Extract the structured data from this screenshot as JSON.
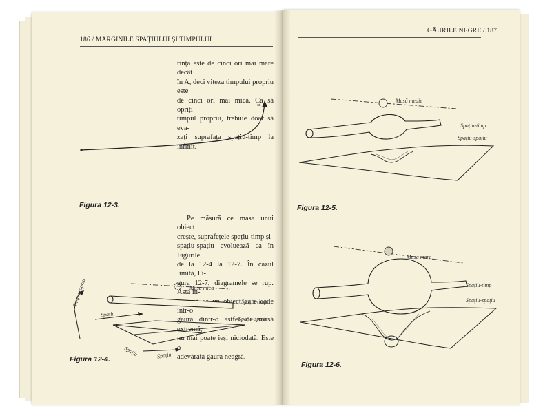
{
  "left_page": {
    "header": "186 / MARGINILE SPAȚIULUI ȘI TIMPULUI",
    "paragraph_1": [
      "rința este de cinci ori mai mare decât",
      "în A, deci viteza timpului propriu este",
      "de cinci ori mai mică. Ca să opriți",
      "timpul propriu, trebuie doar să eva-",
      "zați suprafața spațiu-timp la infinit."
    ],
    "figure_12_3": {
      "caption": "Figura 12-3.",
      "curve_label": "∞"
    },
    "paragraph_2": [
      "Pe măsură ce masa unui obiect",
      "crește, suprafețele spațiu-timp și",
      "spațiu-spațiu evoluează ca în Figurile",
      "de la 12-4 la 12-7. În cazul limită, Fi-",
      "gura 12-7, diagramele se rup. Asta în-",
      "seamnă că un obiect care cade într-o",
      "gaură dintr-o astfel de masă extremă,",
      "nu mai poate ieși niciodată. Este o",
      "adevărată gaură neagră."
    ],
    "figure_12_4": {
      "caption": "Figura 12-4.",
      "labels": {
        "mass": "Masă mică",
        "spacetime": "Spațiu-timp",
        "spacespace": "Spațiu-spațiu",
        "time_axis": "Timp propriu",
        "space_axis_1": "Spațiu",
        "space_axis_2": "Spațiu",
        "space_axis_3": "Spațiu"
      }
    }
  },
  "right_page": {
    "header": "GĂURILE NEGRE / 187",
    "figure_12_5": {
      "caption": "Figura 12-5.",
      "labels": {
        "mass": "Masă medie",
        "spacetime": "Spațiu-timp",
        "spacespace": "Spațiu-spațiu"
      }
    },
    "figure_12_6": {
      "caption": "Figura 12-6.",
      "labels": {
        "mass": "Masă mare",
        "spacetime": "Spațiu-timp",
        "spacespace": "Spațiu-spațiu"
      }
    }
  }
}
